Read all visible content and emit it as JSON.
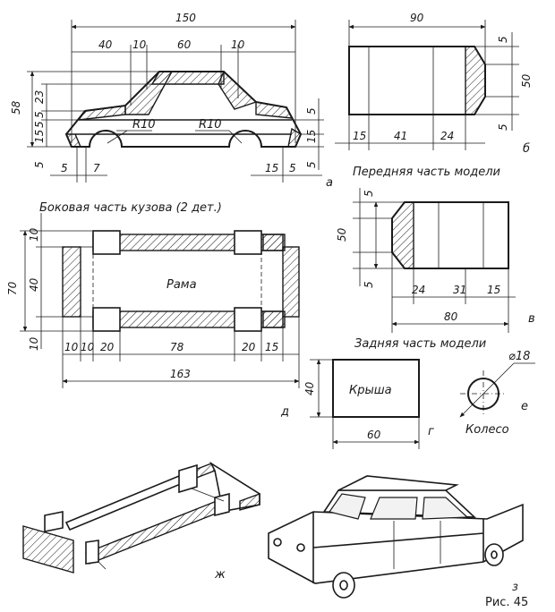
{
  "side_view": {
    "dims": {
      "total_width": "150",
      "w40": "40",
      "w10a": "10",
      "w60": "60",
      "w10b": "10",
      "h58": "58",
      "h23": "23",
      "h5a": "5",
      "h5b": "5",
      "h15": "15",
      "h5c": "5",
      "bot5": "5",
      "bot7": "7",
      "bot15": "15",
      "bot5r": "5",
      "r_h5a": "5",
      "r_h15": "15",
      "r_h5b": "5"
    },
    "radius_front": "R10",
    "radius_rear": "R10",
    "letter": "а",
    "caption": "Боковая часть кузова  (2 дет.)"
  },
  "front_part": {
    "dims": {
      "w90": "90",
      "h5t": "5",
      "h50": "50",
      "h5b": "5",
      "b15": "15",
      "b41": "41",
      "b24": "24"
    },
    "letter": "б",
    "caption": "Передняя часть модели"
  },
  "rear_part": {
    "dims": {
      "h5t": "5",
      "h50": "50",
      "h5b": "5",
      "b24": "24",
      "b31": "31",
      "b15": "15",
      "w80": "80"
    },
    "letter": "в",
    "caption": "Задняя часть модели"
  },
  "frame": {
    "label": "Рама",
    "dims": {
      "h10t": "10",
      "h40": "40",
      "h70": "70",
      "h10b": "10",
      "b10a": "10",
      "b10b": "10",
      "b20a": "20",
      "b78": "78",
      "b20b": "20",
      "b15": "15",
      "total": "163"
    },
    "letter": "д"
  },
  "roof": {
    "label": "Крыша",
    "dims": {
      "h40": "40",
      "w60": "60"
    },
    "letter": "г"
  },
  "wheel": {
    "label": "Колесо",
    "diameter": "⌀18",
    "letter": "е"
  },
  "assembly": {
    "letter_frame": "ж",
    "letter_car": "з"
  },
  "figure_caption": "Рис. 45"
}
